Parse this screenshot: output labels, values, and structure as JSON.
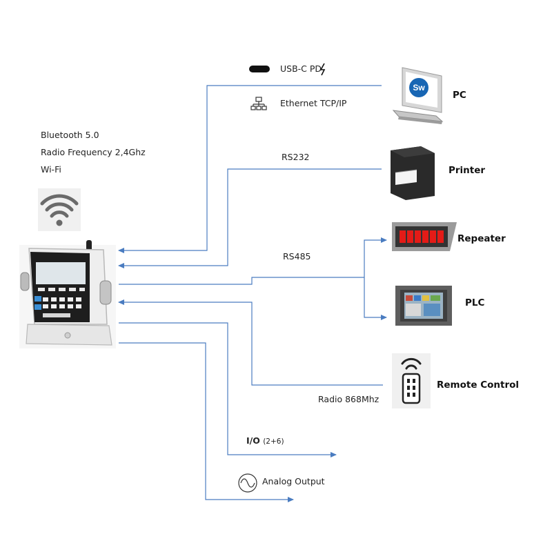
{
  "wireless": {
    "items": [
      "Bluetooth 5.0",
      "Radio Frequency 2,4Ghz",
      "Wi-Fi"
    ],
    "icon": "wifi-icon"
  },
  "connections": {
    "usb": "USB-C PD",
    "ethernet": "Ethernet TCP/IP",
    "rs232": "RS232",
    "rs485": "RS485",
    "radio": "Radio 868Mhz",
    "io_main": "I/O",
    "io_sub": "(2+6)",
    "analog": "Analog Output"
  },
  "devices": {
    "pc": "PC",
    "pc_logo": "Sw",
    "printer": "Printer",
    "repeater": "Repeater",
    "plc": "PLC",
    "remote": "Remote Control"
  },
  "colors": {
    "line": "#4a7cc0",
    "indicator_dark": "#1e1e1e",
    "keypad_blue": "#3a8fd6",
    "repeater_red": "#e41b17"
  }
}
